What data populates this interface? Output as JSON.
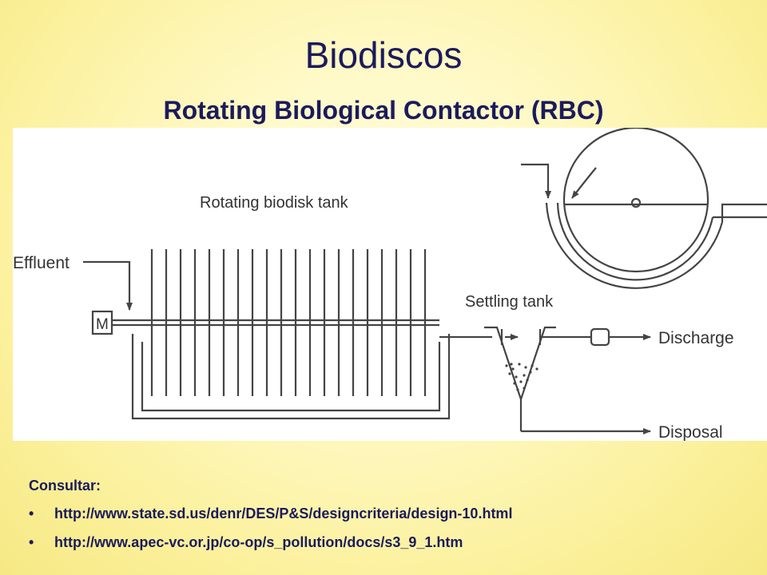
{
  "slide": {
    "title": "Biodiscos",
    "subtitle": "Rotating Biological Contactor (RBC)"
  },
  "diagram": {
    "labels": {
      "tank": "Rotating biodisk tank",
      "effluent": "Effluent",
      "motor": "M",
      "settling": "Settling tank",
      "discharge": "Discharge",
      "disposal": "Disposal"
    }
  },
  "references": {
    "heading": "Consultar:",
    "bullet_glyph": "•",
    "items": [
      "http://www.state.sd.us/denr/DES/P&S/designcriteria/design-10.html",
      "http://www.apec-vc.or.jp/co-op/s_pollution/docs/s3_9_1.htm"
    ]
  },
  "colors": {
    "background": "#fbf3a6",
    "text": "#1b1b5c",
    "diagram_line": "#444444"
  }
}
